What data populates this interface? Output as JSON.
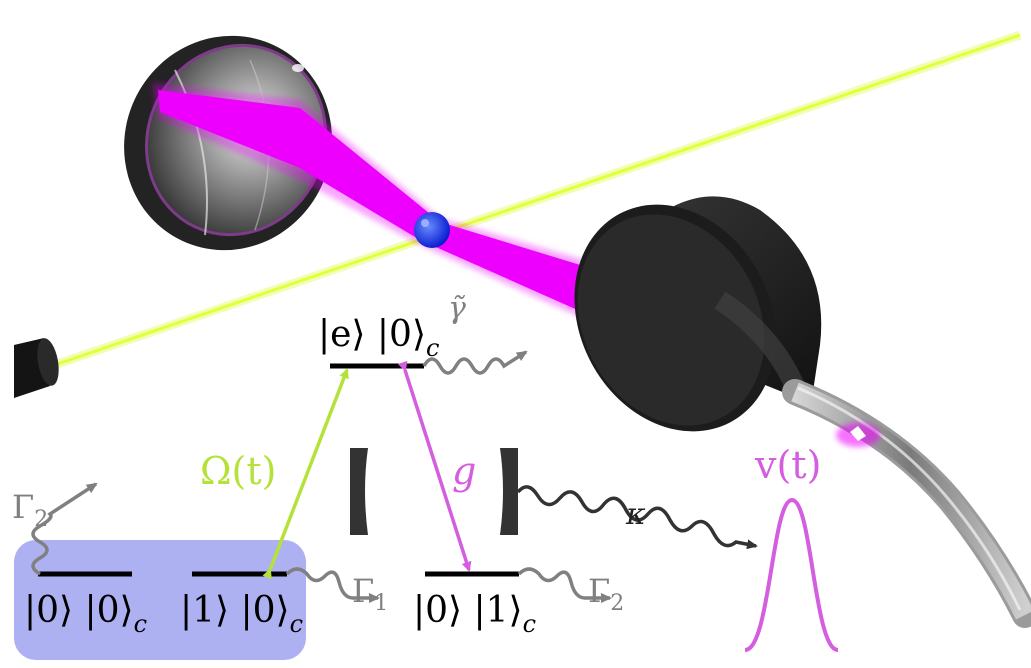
{
  "states": {
    "ground0": "|0⟩ |0⟩",
    "ground0_sub": "c",
    "ground1": "|1⟩ |0⟩",
    "ground1_sub": "c",
    "excited": "|e⟩ |0⟩",
    "excited_sub": "c",
    "photon": "|0⟩ |1⟩",
    "photon_sub": "c"
  },
  "couplings": {
    "drive": "Ω(t)",
    "cavity": "g",
    "cavity_decay": "κ",
    "excited_decay": "γ̃",
    "decay_left": "Γ",
    "decay_left_sub": "2",
    "decay_mid": "Γ",
    "decay_mid_sub": "1",
    "decay_right": "Γ",
    "decay_right_sub": "2"
  },
  "pulse": {
    "label": "v(t)"
  },
  "colors": {
    "drive": "#b5e23a",
    "cavity": "#d45de0",
    "beam": "#ee00ff",
    "laser": "#d8ff30",
    "atom": "#1a3dff",
    "decay": "#808080",
    "kappa": "#333333",
    "highlight": "#9fa3f0",
    "mirror": "#2b2b2b"
  }
}
